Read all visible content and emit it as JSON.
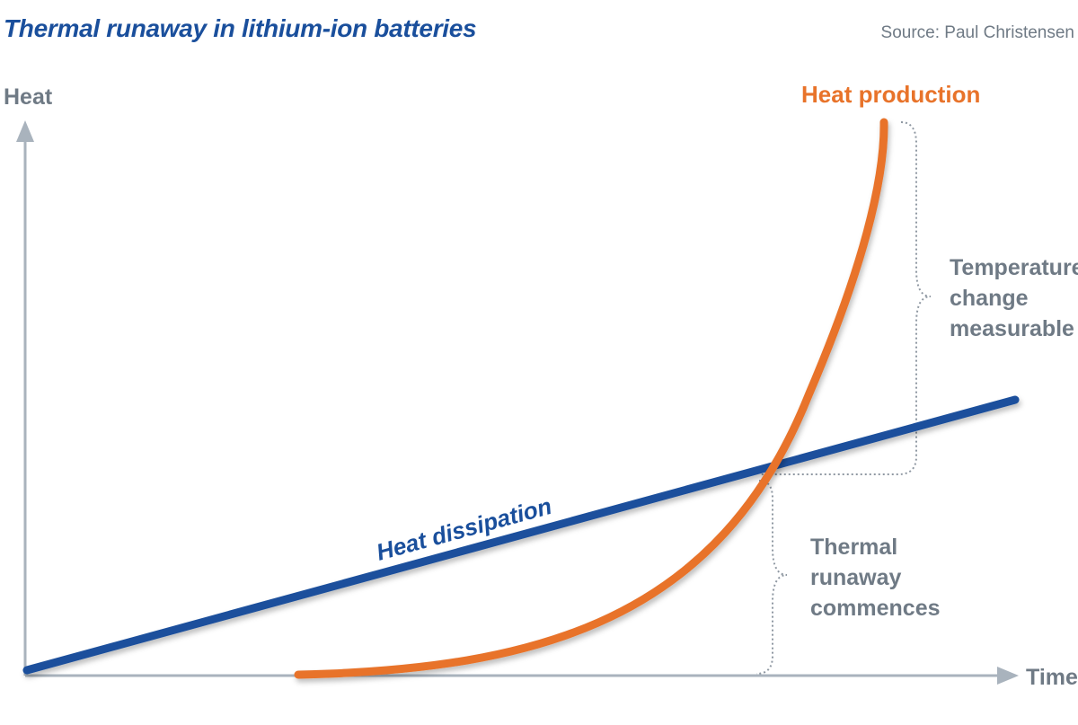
{
  "header": {
    "title": "Thermal runaway in lithium-ion batteries",
    "source": "Source: Paul Christensen"
  },
  "axes": {
    "y_label": "Heat",
    "x_label": "Time"
  },
  "curves": {
    "production_label": "Heat production",
    "dissipation_label": "Heat dissipation"
  },
  "annotations": {
    "upper": [
      "Temperature",
      "change",
      "measurable"
    ],
    "lower": [
      "Thermal",
      "runaway",
      "commences"
    ]
  },
  "colors": {
    "title": "#1a4f9c",
    "axis": "#a9b3bd",
    "axis_text": "#6f7a85",
    "production": "#e8732a",
    "dissipation": "#1a4f9c",
    "annotation": "#6f7a85",
    "dotted": "#8f98a2"
  }
}
